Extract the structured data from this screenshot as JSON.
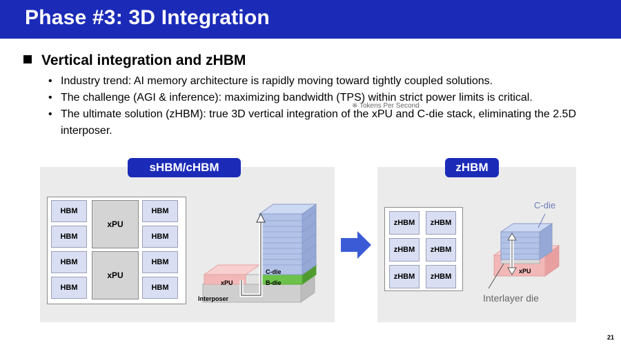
{
  "header": {
    "title": "Phase #3: 3D Integration"
  },
  "section": {
    "heading": "Vertical integration and zHBM"
  },
  "bullets": [
    "Industry trend: AI memory architecture is rapidly moving toward tightly coupled solutions.",
    "The challenge (AGI & inference): maximizing bandwidth (TPS) within strict power limits is critical.",
    "The ultimate solution (zHBM): true 3D vertical integration of the xPU and C-die stack, eliminating the 2.5D interposer."
  ],
  "footnote": "※ Tokens Per Second",
  "left_diagram": {
    "title": "sHBM/cHBM",
    "hbm_label": "HBM",
    "xpu_label": "xPU",
    "stack_labels": {
      "cdie": "C-die",
      "bdie": "B-die",
      "xpu": "xPU",
      "interposer": "Interposer"
    }
  },
  "right_diagram": {
    "title": "zHBM",
    "zhbm_label": "zHBM",
    "cdie_label": "C-die",
    "xpu_label": "xPU",
    "interlayer_label": "Interlayer die"
  },
  "colors": {
    "brand_blue": "#1b2bb8",
    "hbm_fill": "#d9def2",
    "cdie_fill": "#b3c3e8",
    "bdie_fill": "#6cc24a",
    "xpu_fill": "#f2b8b8",
    "arrow_blue": "#3b5bd6"
  },
  "page_number": "21"
}
